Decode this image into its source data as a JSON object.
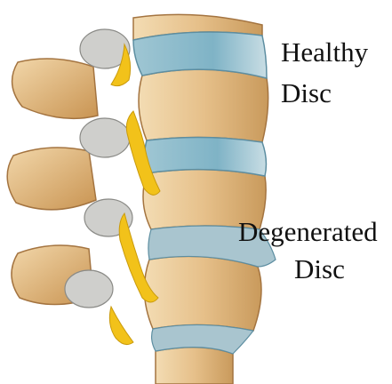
{
  "labels": {
    "healthy_line1": "Healthy",
    "healthy_line2": "Disc",
    "degenerated_line1": "Degenerated",
    "degenerated_line2": "Disc"
  },
  "colors": {
    "bone": "#d9b07a",
    "bone_dark": "#b98748",
    "bone_light": "#f1d8ae",
    "disc_healthy": "#7fb3c6",
    "disc_degenerated": "#9dbdc9",
    "facet_grey": "#c9c9c6",
    "nerve_yellow": "#f2c21a"
  }
}
